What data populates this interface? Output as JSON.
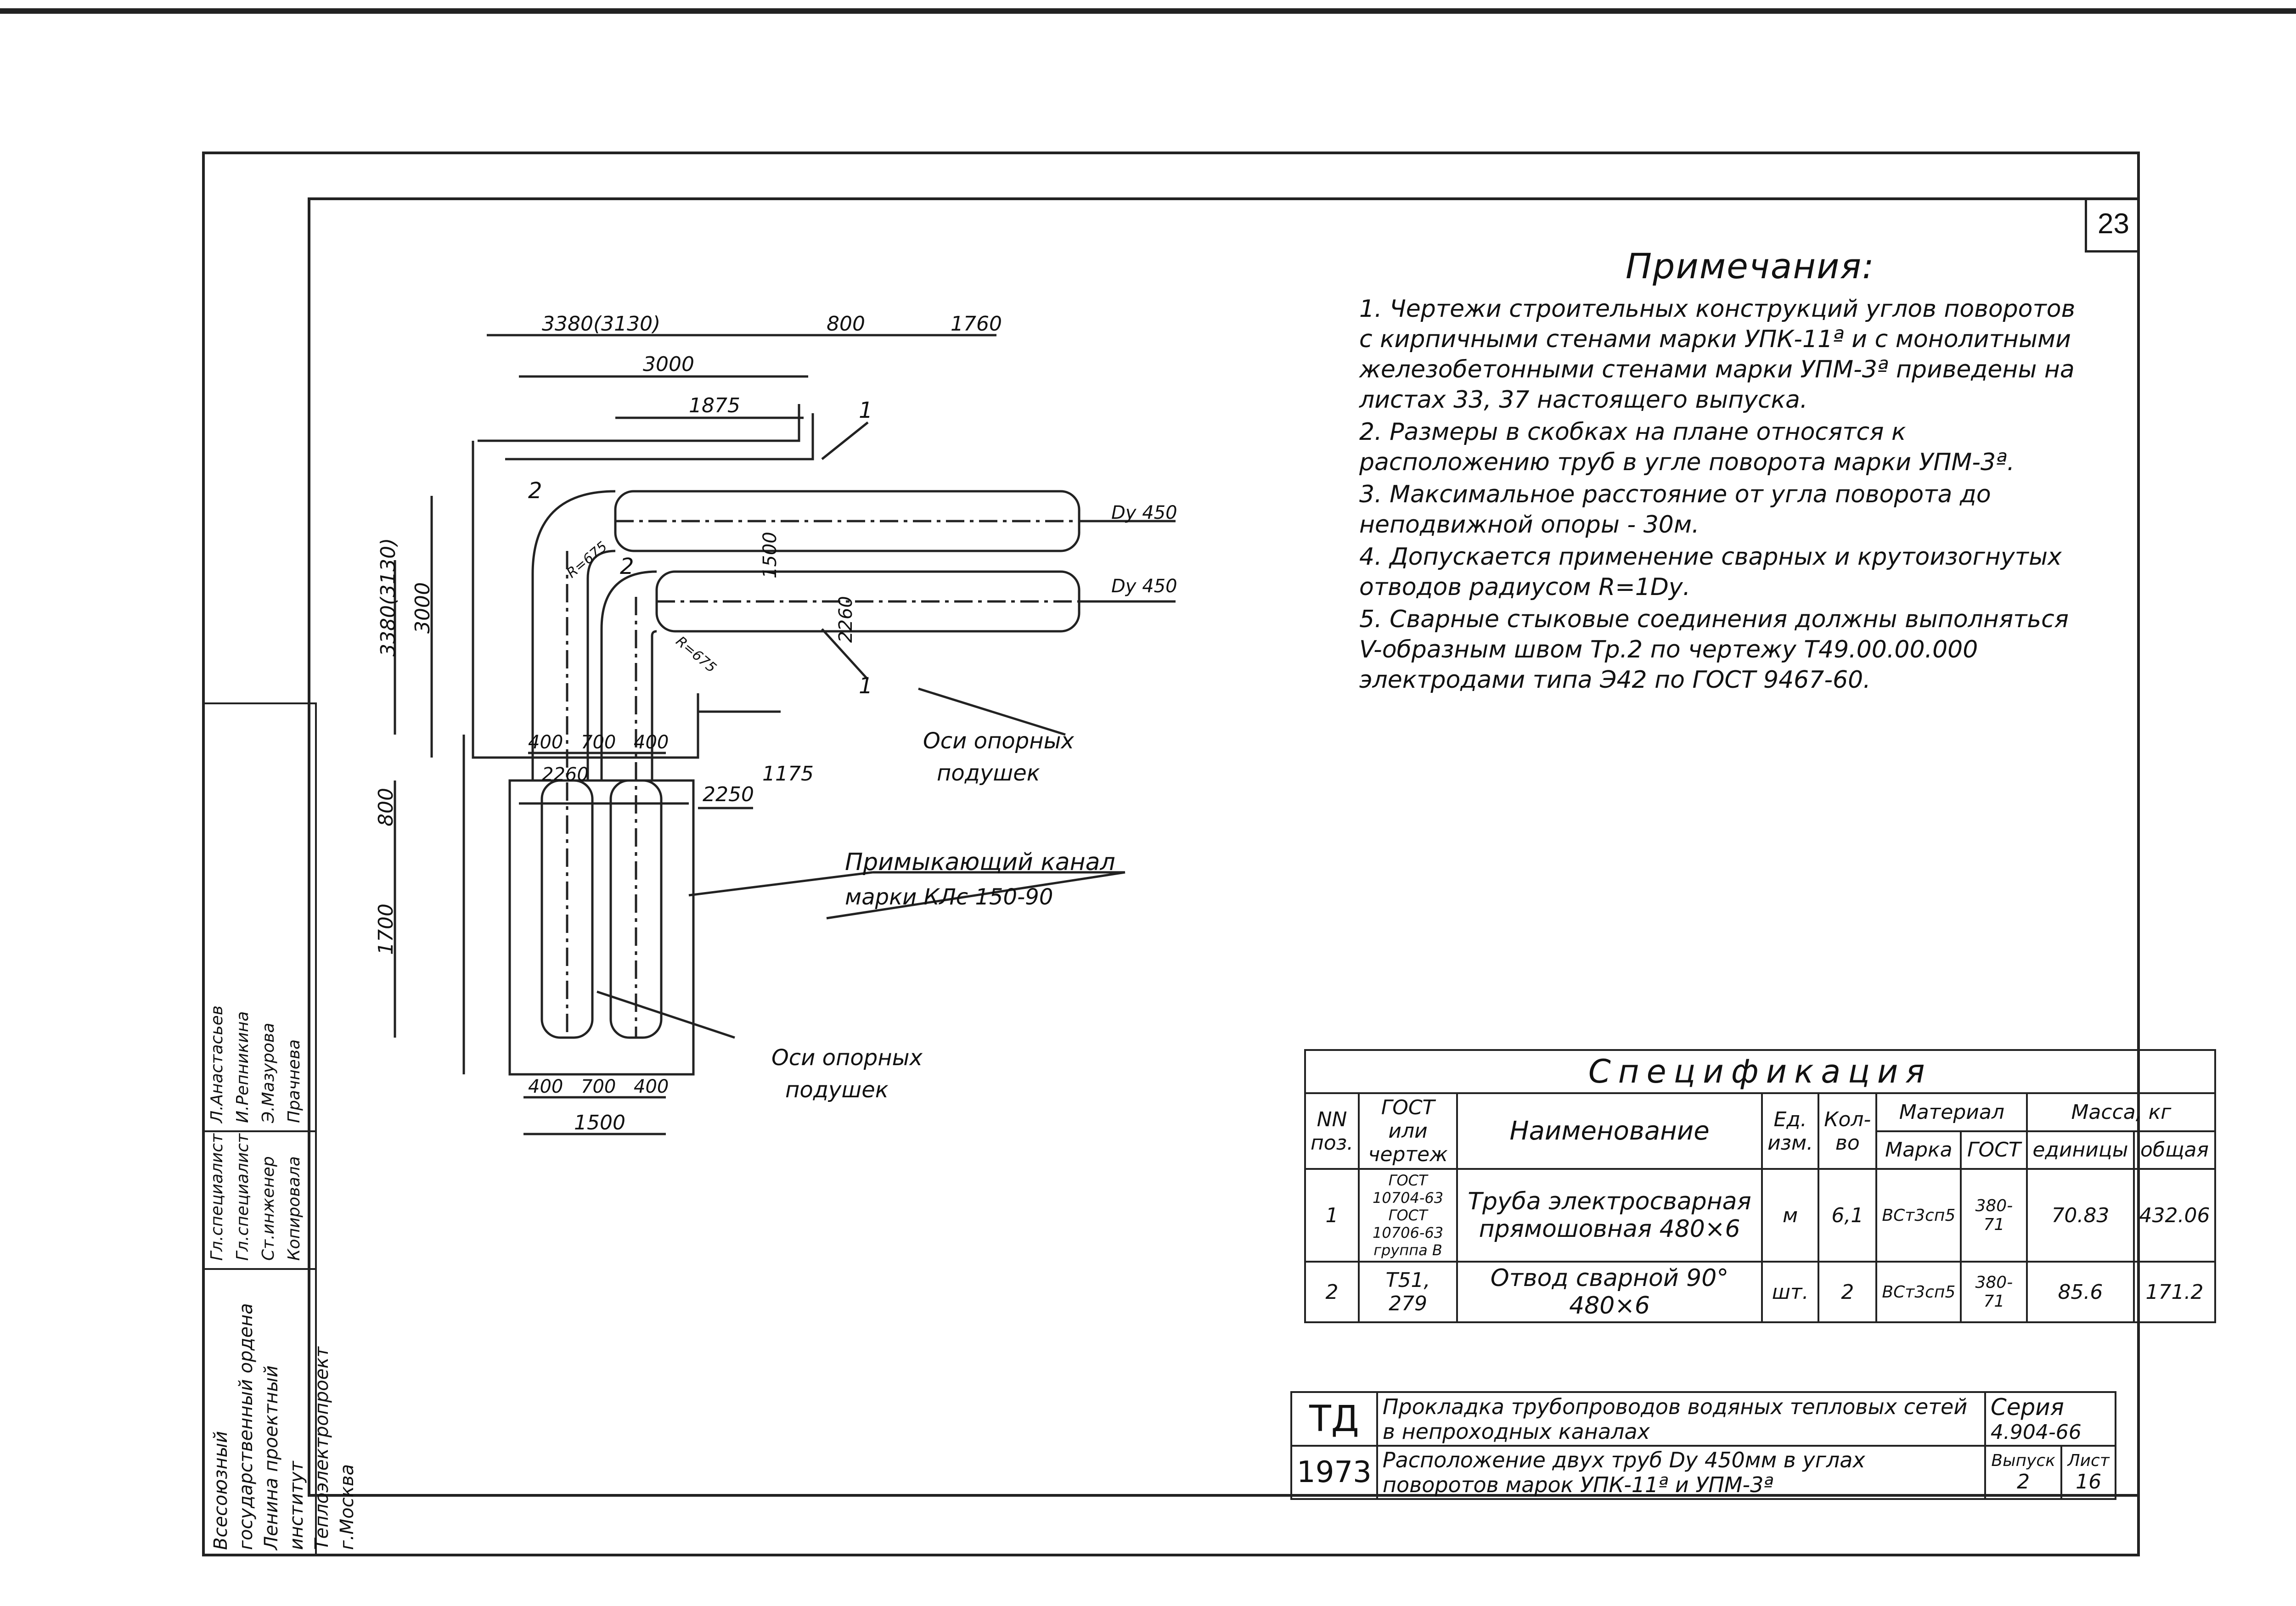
{
  "sheet_number": "23",
  "notes": {
    "title": "Примечания:",
    "items": [
      "1. Чертежи строительных конструкций углов поворотов с кирпичными стенами марки УПК-11ª и с монолитными железобетонными стенами марки УПМ-3ª приведены на листах 33, 37 настоящего выпуска.",
      "2. Размеры в скобках на плане относятся к расположению труб в угле поворота марки УПМ-3ª.",
      "3. Максимальное расстояние от угла поворота до неподвижной опоры - 30м.",
      "4. Допускается применение сварных и крутоизогнутых отводов радиусом R=1Dу.",
      "5. Сварные стыковые соединения должны выполняться V-образным швом Тр.2 по чертежу Т49.00.00.000 электродами типа Э42 по ГОСТ 9467-60."
    ]
  },
  "drawing": {
    "dims": {
      "d3380_3130": "3380(3130)",
      "d800": "800",
      "d1760": "1760",
      "d3000": "3000",
      "d1875": "1875",
      "d3380_3130v": "3380(3130)",
      "d3000v": "3000",
      "d1500v": "1500",
      "d2260v": "2260",
      "d1175": "1175",
      "d400a": "400",
      "d700a": "700",
      "d400b": "400",
      "d2260": "2260",
      "d2250": "2250",
      "d800v": "800",
      "d1700v": "1700",
      "d400c": "400",
      "d700b": "700",
      "d400d": "400",
      "d1500": "1500",
      "r675a": "R=675",
      "r675b": "R=675"
    },
    "labels": {
      "dy450a": "Dу 450",
      "dy450b": "Dу 450",
      "mark1a": "1",
      "mark1b": "1",
      "mark2a": "2",
      "mark2b": "2",
      "axes1_l1": "Оси опорных",
      "axes1_l2": "подушек",
      "channel_l1": "Примыкающий канал",
      "channel_l2": "марки КЛс 150-90",
      "axes2_l1": "Оси опорных",
      "axes2_l2": "подушек"
    }
  },
  "spec": {
    "caption": "Спецификация",
    "headers": {
      "nn": "NN поз.",
      "gost": "ГОСТ или чертеж",
      "name": "Наименование",
      "unit": "Ед. изм.",
      "qty": "Кол-во",
      "material": "Материал",
      "marka": "Марка",
      "gost2": "ГОСТ",
      "mass": "Масса, кг",
      "unit_mass": "единицы",
      "total": "общая"
    },
    "rows": [
      {
        "nn": "1",
        "gost": "ГОСТ 10704-63 ГОСТ 10706-63 группа В",
        "name": "Труба электросварная прямошовная 480×6",
        "unit": "м",
        "qty": "6,1",
        "marka": "ВСт3сп5",
        "gost2": "380-71",
        "unit_mass": "70.83",
        "total": "432.06"
      },
      {
        "nn": "2",
        "gost": "Т51, 279",
        "name": "Отвод сварной 90° 480×6",
        "unit": "шт.",
        "qty": "2",
        "marka": "ВСт3сп5",
        "gost2": "380-71",
        "unit_mass": "85.6",
        "total": "171.2"
      }
    ]
  },
  "title_block": {
    "org": "ТД",
    "year": "1973",
    "title1": "Прокладка трубопроводов водяных тепловых сетей в непроходных каналах",
    "title2": "Расположение двух труб Dу 450мм в углах поворотов марок УПК-11ª и УПМ-3ª",
    "series_label": "Серия",
    "series": "4.904-66",
    "issue_label": "Выпуск",
    "issue": "2",
    "sheet_label": "Лист",
    "sheet": "16"
  },
  "side_stamp": {
    "institute": "Всесоюзный государственный ордена Ленина проектный институт Теплоэлектропроект г.Москва",
    "roles": [
      "Гл.специалист",
      "Гл.специалист",
      "Ст.инженер",
      "Копировала"
    ],
    "names": [
      "Л.Анастасьев",
      "И.Репникина",
      "Э.Мазурова",
      "Прачнева"
    ]
  }
}
